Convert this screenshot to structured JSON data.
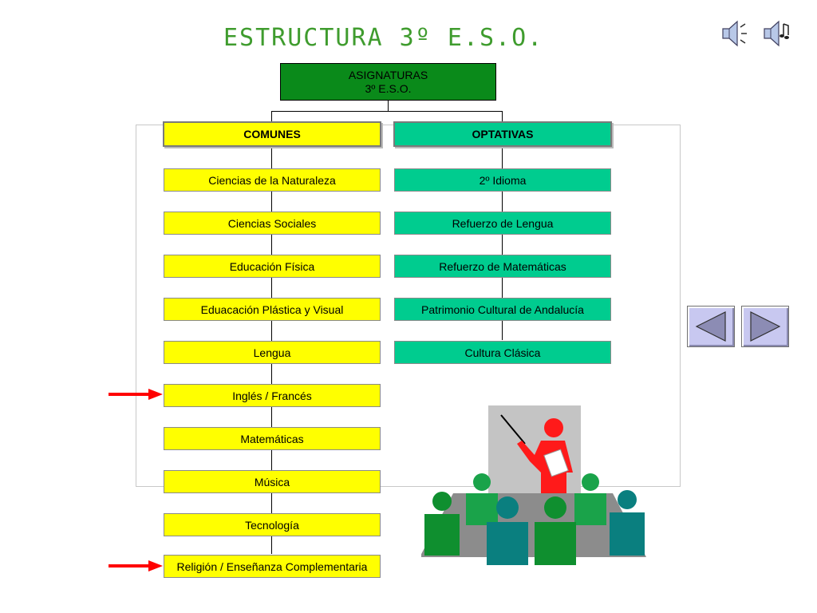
{
  "title": "ESTRUCTURA 3º E.S.O.",
  "root": {
    "line1": "ASIGNATURAS",
    "line2": "3º E.S.O."
  },
  "comunes": {
    "header": "COMUNES",
    "items": [
      "Ciencias de la Naturaleza",
      "Ciencias Sociales",
      "Educación Física",
      "Eduacación Plástica y Visual",
      "Lengua",
      "Inglés / Francés",
      "Matemáticas",
      "Música",
      "Tecnología",
      "Religión / Enseñanza Complementaria"
    ]
  },
  "optativas": {
    "header": "OPTATIVAS",
    "items": [
      "2º Idioma",
      "Refuerzo de Lengua",
      "Refuerzo de Matemáticas",
      "Patrimonio Cultural de Andalucía",
      "Cultura Clásica"
    ]
  },
  "colors": {
    "title": "#3f9c2e",
    "root": "#0a8a1a",
    "comunes": "#ffff00",
    "optativas": "#00cc8f",
    "arrow": "#ff0000",
    "nav_button": "#c8c8f0"
  },
  "icons": {
    "speaker_1": "speaker-icon",
    "speaker_2": "speaker-music-icon",
    "nav_prev": "triangle-left-icon",
    "nav_next": "triangle-right-icon",
    "clipart": "teacher-presentation-clipart"
  }
}
